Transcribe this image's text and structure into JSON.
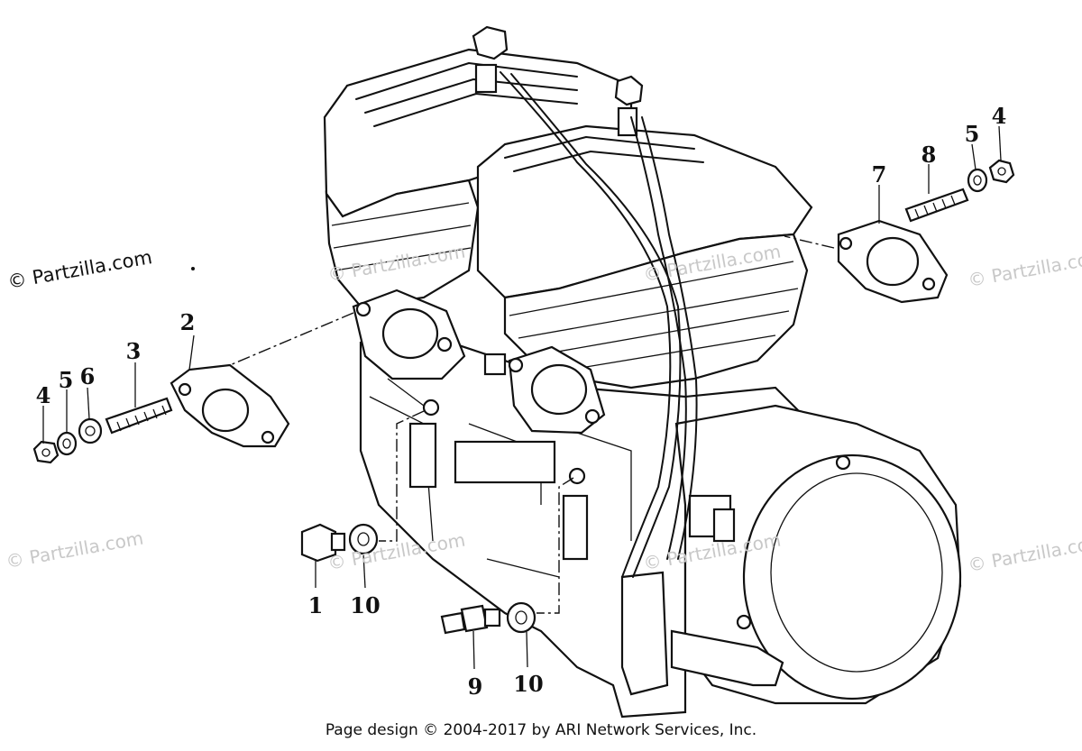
{
  "watermarks": [
    "© Partzilla.com",
    "© Partzilla.com",
    "© Partzilla.com",
    "© Partzilla.com",
    "© Partzilla.com",
    "© Partzilla.com",
    "© Partzilla.com",
    "© Partzilla.com"
  ],
  "callouts": {
    "c1": "1",
    "c2": "2",
    "c3": "3",
    "c4_left": "4",
    "c5_left": "5",
    "c6": "6",
    "c7": "7",
    "c8": "8",
    "c5_right": "5",
    "c4_right": "4",
    "c9": "9",
    "c10_left": "10",
    "c10_right": "10"
  },
  "footer": "Page design © 2004-2017 by ARI Network Services, Inc."
}
